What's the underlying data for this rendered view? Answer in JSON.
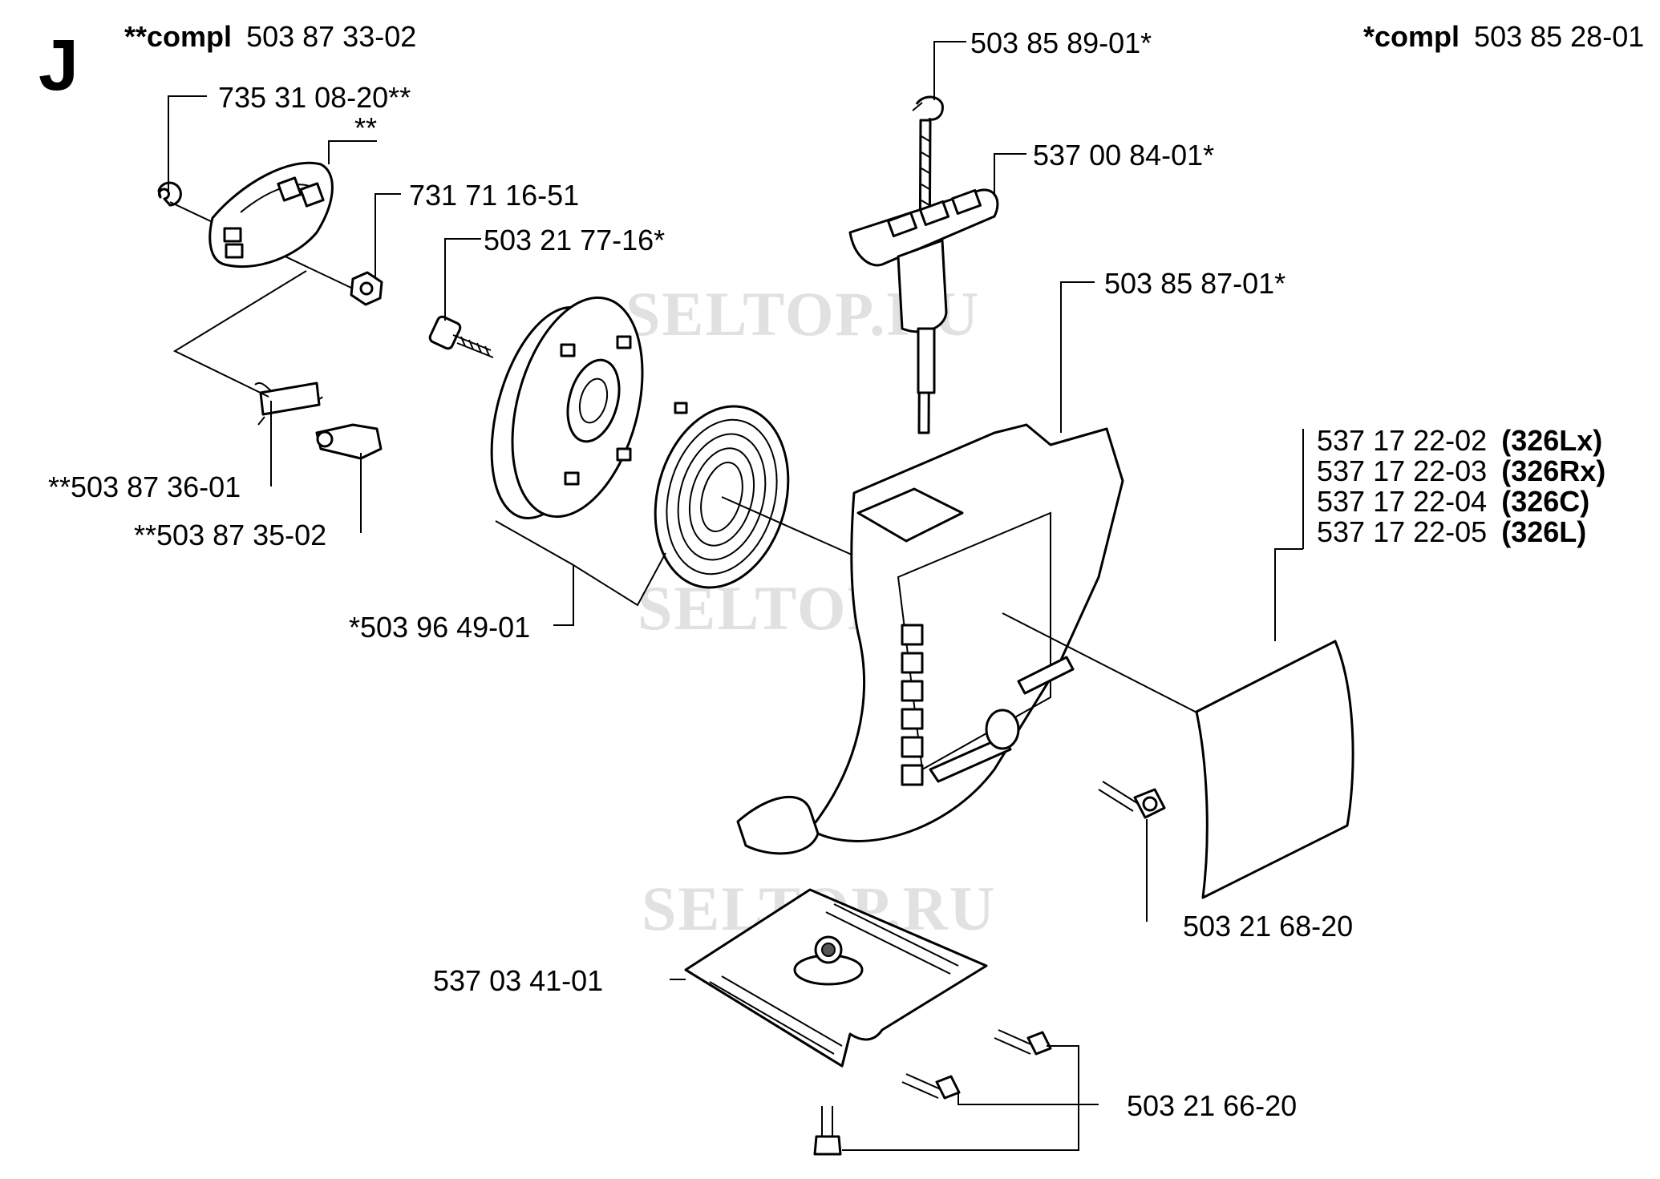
{
  "section_letter": "J",
  "compl_left": {
    "prefix": "**compl",
    "number": "503 87 33-02"
  },
  "compl_right": {
    "prefix": "*compl",
    "number": "503 85 28-01"
  },
  "watermark": "SELTOP.RU",
  "parts": {
    "p1": "735 31 08-20**",
    "p2": "**",
    "p3": "731 71 16-51",
    "p4": "503 21 77-16*",
    "p5": "**503 87 36-01",
    "p6": "**503 87 35-02",
    "p7": "*503 96 49-01",
    "p8": "503 85 89-01*",
    "p9": "537 00 84-01*",
    "p10": "503 85 87-01*",
    "p11": "503 21 68-20",
    "p12": "537 03 41-01",
    "p13": "503 21 66-20"
  },
  "variants": [
    {
      "number": "537 17 22-02",
      "model": "(326Lx)"
    },
    {
      "number": "537 17 22-03",
      "model": "(326Rx)"
    },
    {
      "number": "537 17 22-04",
      "model": "(326C)"
    },
    {
      "number": "537 17 22-05",
      "model": "(326L)"
    }
  ]
}
